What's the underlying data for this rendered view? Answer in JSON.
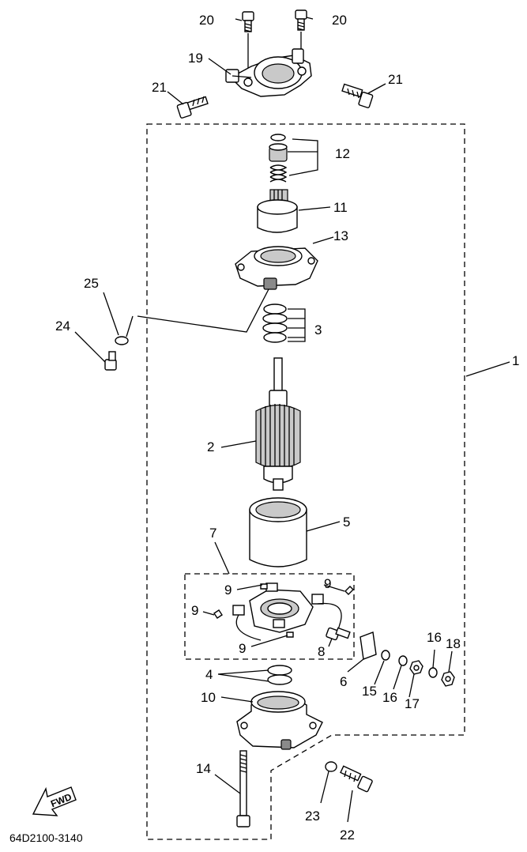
{
  "diagram_code": "64D2100-3140",
  "fwd_label": "FWD",
  "callouts": {
    "c1": "1",
    "c2": "2",
    "c3": "3",
    "c4": "4",
    "c5": "5",
    "c6": "6",
    "c7": "7",
    "c8": "8",
    "c9a": "9",
    "c9b": "9",
    "c9c": "9",
    "c9d": "9",
    "c10": "10",
    "c11": "11",
    "c12": "12",
    "c13": "13",
    "c14": "14",
    "c15": "15",
    "c16a": "16",
    "c16b": "16",
    "c17": "17",
    "c18": "18",
    "c19": "19",
    "c20a": "20",
    "c20b": "20",
    "c21a": "21",
    "c21b": "21",
    "c22": "22",
    "c23": "23",
    "c24": "24",
    "c25": "25"
  }
}
